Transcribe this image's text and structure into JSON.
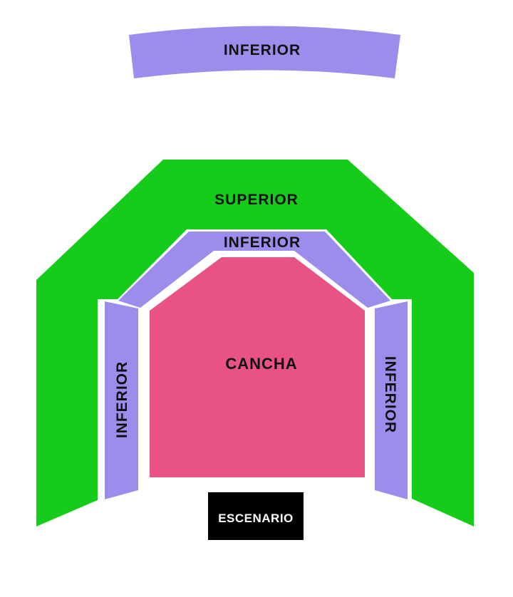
{
  "sections": {
    "inferior_top": {
      "label": "INFERIOR",
      "color": "#9a8deb"
    },
    "superior": {
      "label": "SUPERIOR",
      "color": "#16cc1a"
    },
    "inferior_inner": {
      "label": "INFERIOR",
      "color": "#9a8deb"
    },
    "inferior_left": {
      "label": "INFERIOR",
      "color": "#9a8deb"
    },
    "inferior_right": {
      "label": "INFERIOR",
      "color": "#9a8deb"
    },
    "cancha": {
      "label": "CANCHA",
      "color": "#e95384"
    },
    "escenario": {
      "label": "ESCENARIO",
      "color": "#000000"
    }
  }
}
